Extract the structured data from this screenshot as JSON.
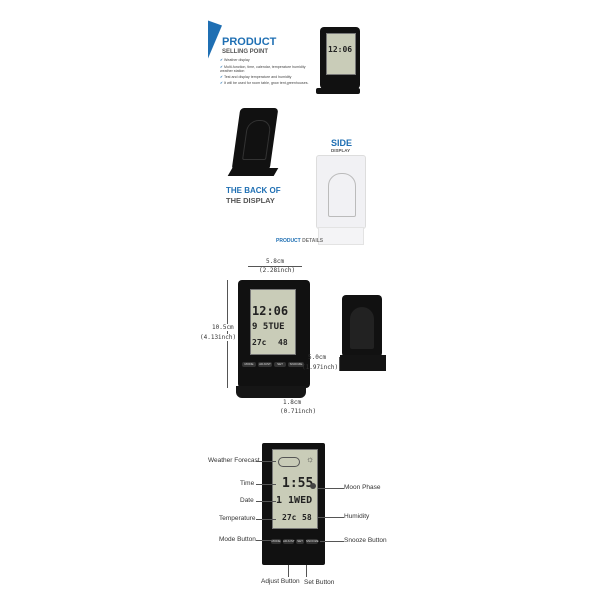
{
  "selling_point": {
    "title": "PRODUCT",
    "subtitle": "SELLING POINT",
    "bullets": [
      "Weather display",
      "Multi-function, time, calendar, temperature humidity weather station",
      "Test and display temperature and humidity",
      "It will be used for room table, grow tent,greenhouses."
    ],
    "accent": "#1f6fb3"
  },
  "details": {
    "side_title": "SIDE",
    "side_sub": "DISPLAY",
    "back_title": "THE BACK OF",
    "back_sub": "THE DISPLAY",
    "footer_a": "PRODUCT",
    "footer_b": "DETAILS"
  },
  "dimensions": {
    "width_cm": "5.8cm",
    "width_in": "(2.28inch)",
    "height_cm": "10.5cm",
    "height_in": "(4.13inch)",
    "depth_cm": "5.0cm",
    "depth_in": "(1.97inch)",
    "base_cm": "1.8cm",
    "base_in": "(0.71inch)"
  },
  "lcd": {
    "time_a": "12:06",
    "date_a": "9 5TUE",
    "temp_a": "27c",
    "hum_a": "48",
    "time_b": "1:55",
    "date_b": "1 1WED",
    "temp_b": "27c",
    "hum_b": "58",
    "buttons": [
      "MODE",
      "ADJUST",
      "SET",
      "SNOOZE"
    ]
  },
  "callouts": {
    "weather": "Weather Forecast",
    "time": "Time",
    "date": "Date",
    "temperature": "Temperature",
    "mode": "Mode Button",
    "moon": "Moon Phase",
    "humidity": "Humidity",
    "snooze": "Snooze Button",
    "adjust": "Adjust Button",
    "set": "Set Button"
  }
}
